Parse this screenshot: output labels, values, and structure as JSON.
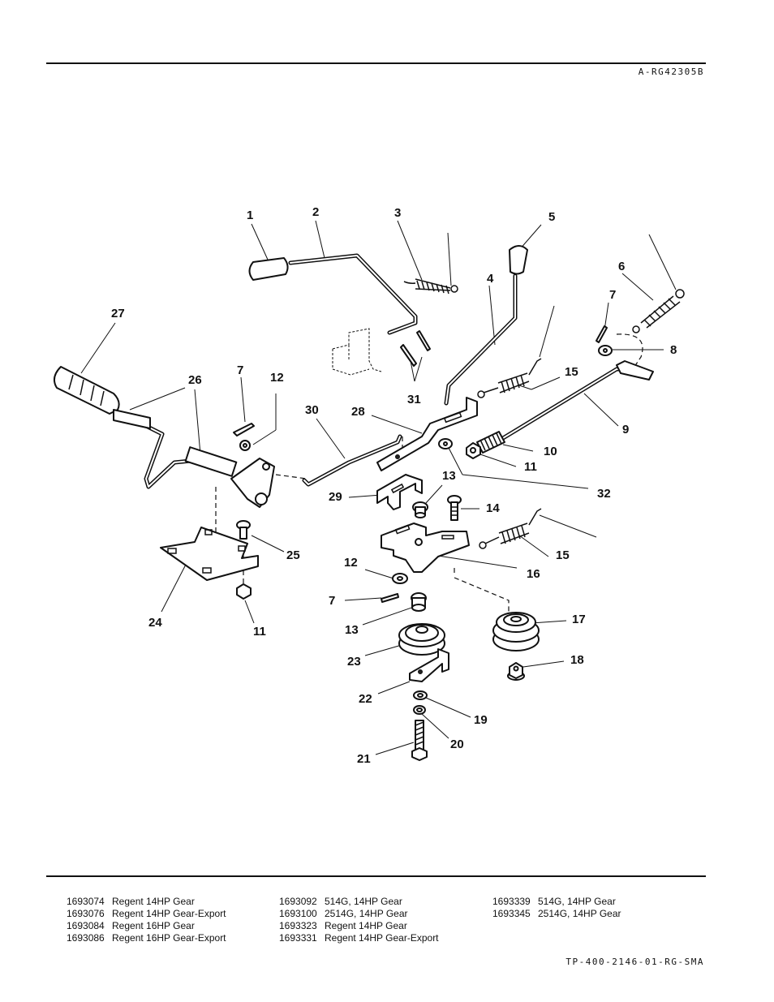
{
  "header": {
    "drawing_code": "A-RG42305B"
  },
  "footer": {
    "document_code": "TP-400-2146-01-RG-SMA"
  },
  "callouts": [
    "1",
    "2",
    "3",
    "4",
    "5",
    "6",
    "7",
    "8",
    "9",
    "10",
    "11",
    "12",
    "13",
    "14",
    "15",
    "16",
    "17",
    "18",
    "19",
    "20",
    "21",
    "22",
    "23",
    "24",
    "25",
    "26",
    "27",
    "28",
    "29",
    "30",
    "31",
    "32"
  ],
  "models": [
    [
      {
        "number": "1693074",
        "description": "Regent 14HP Gear"
      },
      {
        "number": "1693076",
        "description": "Regent 14HP Gear-Export"
      },
      {
        "number": "1693084",
        "description": "Regent 16HP Gear"
      },
      {
        "number": "1693086",
        "description": "Regent 16HP Gear-Export"
      }
    ],
    [
      {
        "number": "1693092",
        "description": "514G, 14HP Gear"
      },
      {
        "number": "1693100",
        "description": "2514G, 14HP Gear"
      },
      {
        "number": "1693323",
        "description": "Regent 14HP Gear"
      },
      {
        "number": "1693331",
        "description": "Regent 14HP Gear-Export"
      }
    ],
    [
      {
        "number": "1693339",
        "description": "514G, 14HP Gear"
      },
      {
        "number": "1693345",
        "description": "2514G, 14HP Gear"
      }
    ]
  ]
}
